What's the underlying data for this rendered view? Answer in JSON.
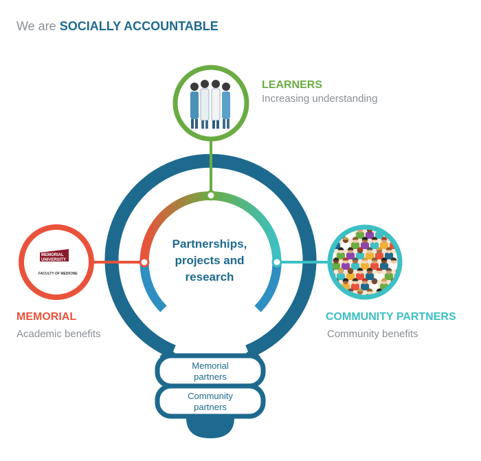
{
  "heading": {
    "prefix": "We are",
    "emphasis": "SOCIALLY ACCOUNTABLE"
  },
  "center": {
    "line1": "Partnerships,",
    "line2": "projects and",
    "line3": "research"
  },
  "nodes": {
    "learners": {
      "title": "LEARNERS",
      "subtitle": "Increasing understanding",
      "color": "#6aac43"
    },
    "memorial": {
      "title": "MEMORIAL",
      "subtitle": "Academic benefits",
      "color": "#e9533b",
      "logo_line1": "MEMORIAL",
      "logo_line2": "UNIVERSITY",
      "logo_line3": "FACULTY OF MEDICINE"
    },
    "community": {
      "title": "COMMUNITY PARTNERS",
      "subtitle": "Community benefits",
      "color": "#3cc0c4"
    }
  },
  "base": {
    "memorial_partners": {
      "line1": "Memorial",
      "line2": "partners"
    },
    "community_partners": {
      "line1": "Community",
      "line2": "partners"
    }
  },
  "colors": {
    "bulb": "#1d6a8e",
    "inner_arc": "#2e8fc0",
    "text_grey": "#8a8f94"
  }
}
